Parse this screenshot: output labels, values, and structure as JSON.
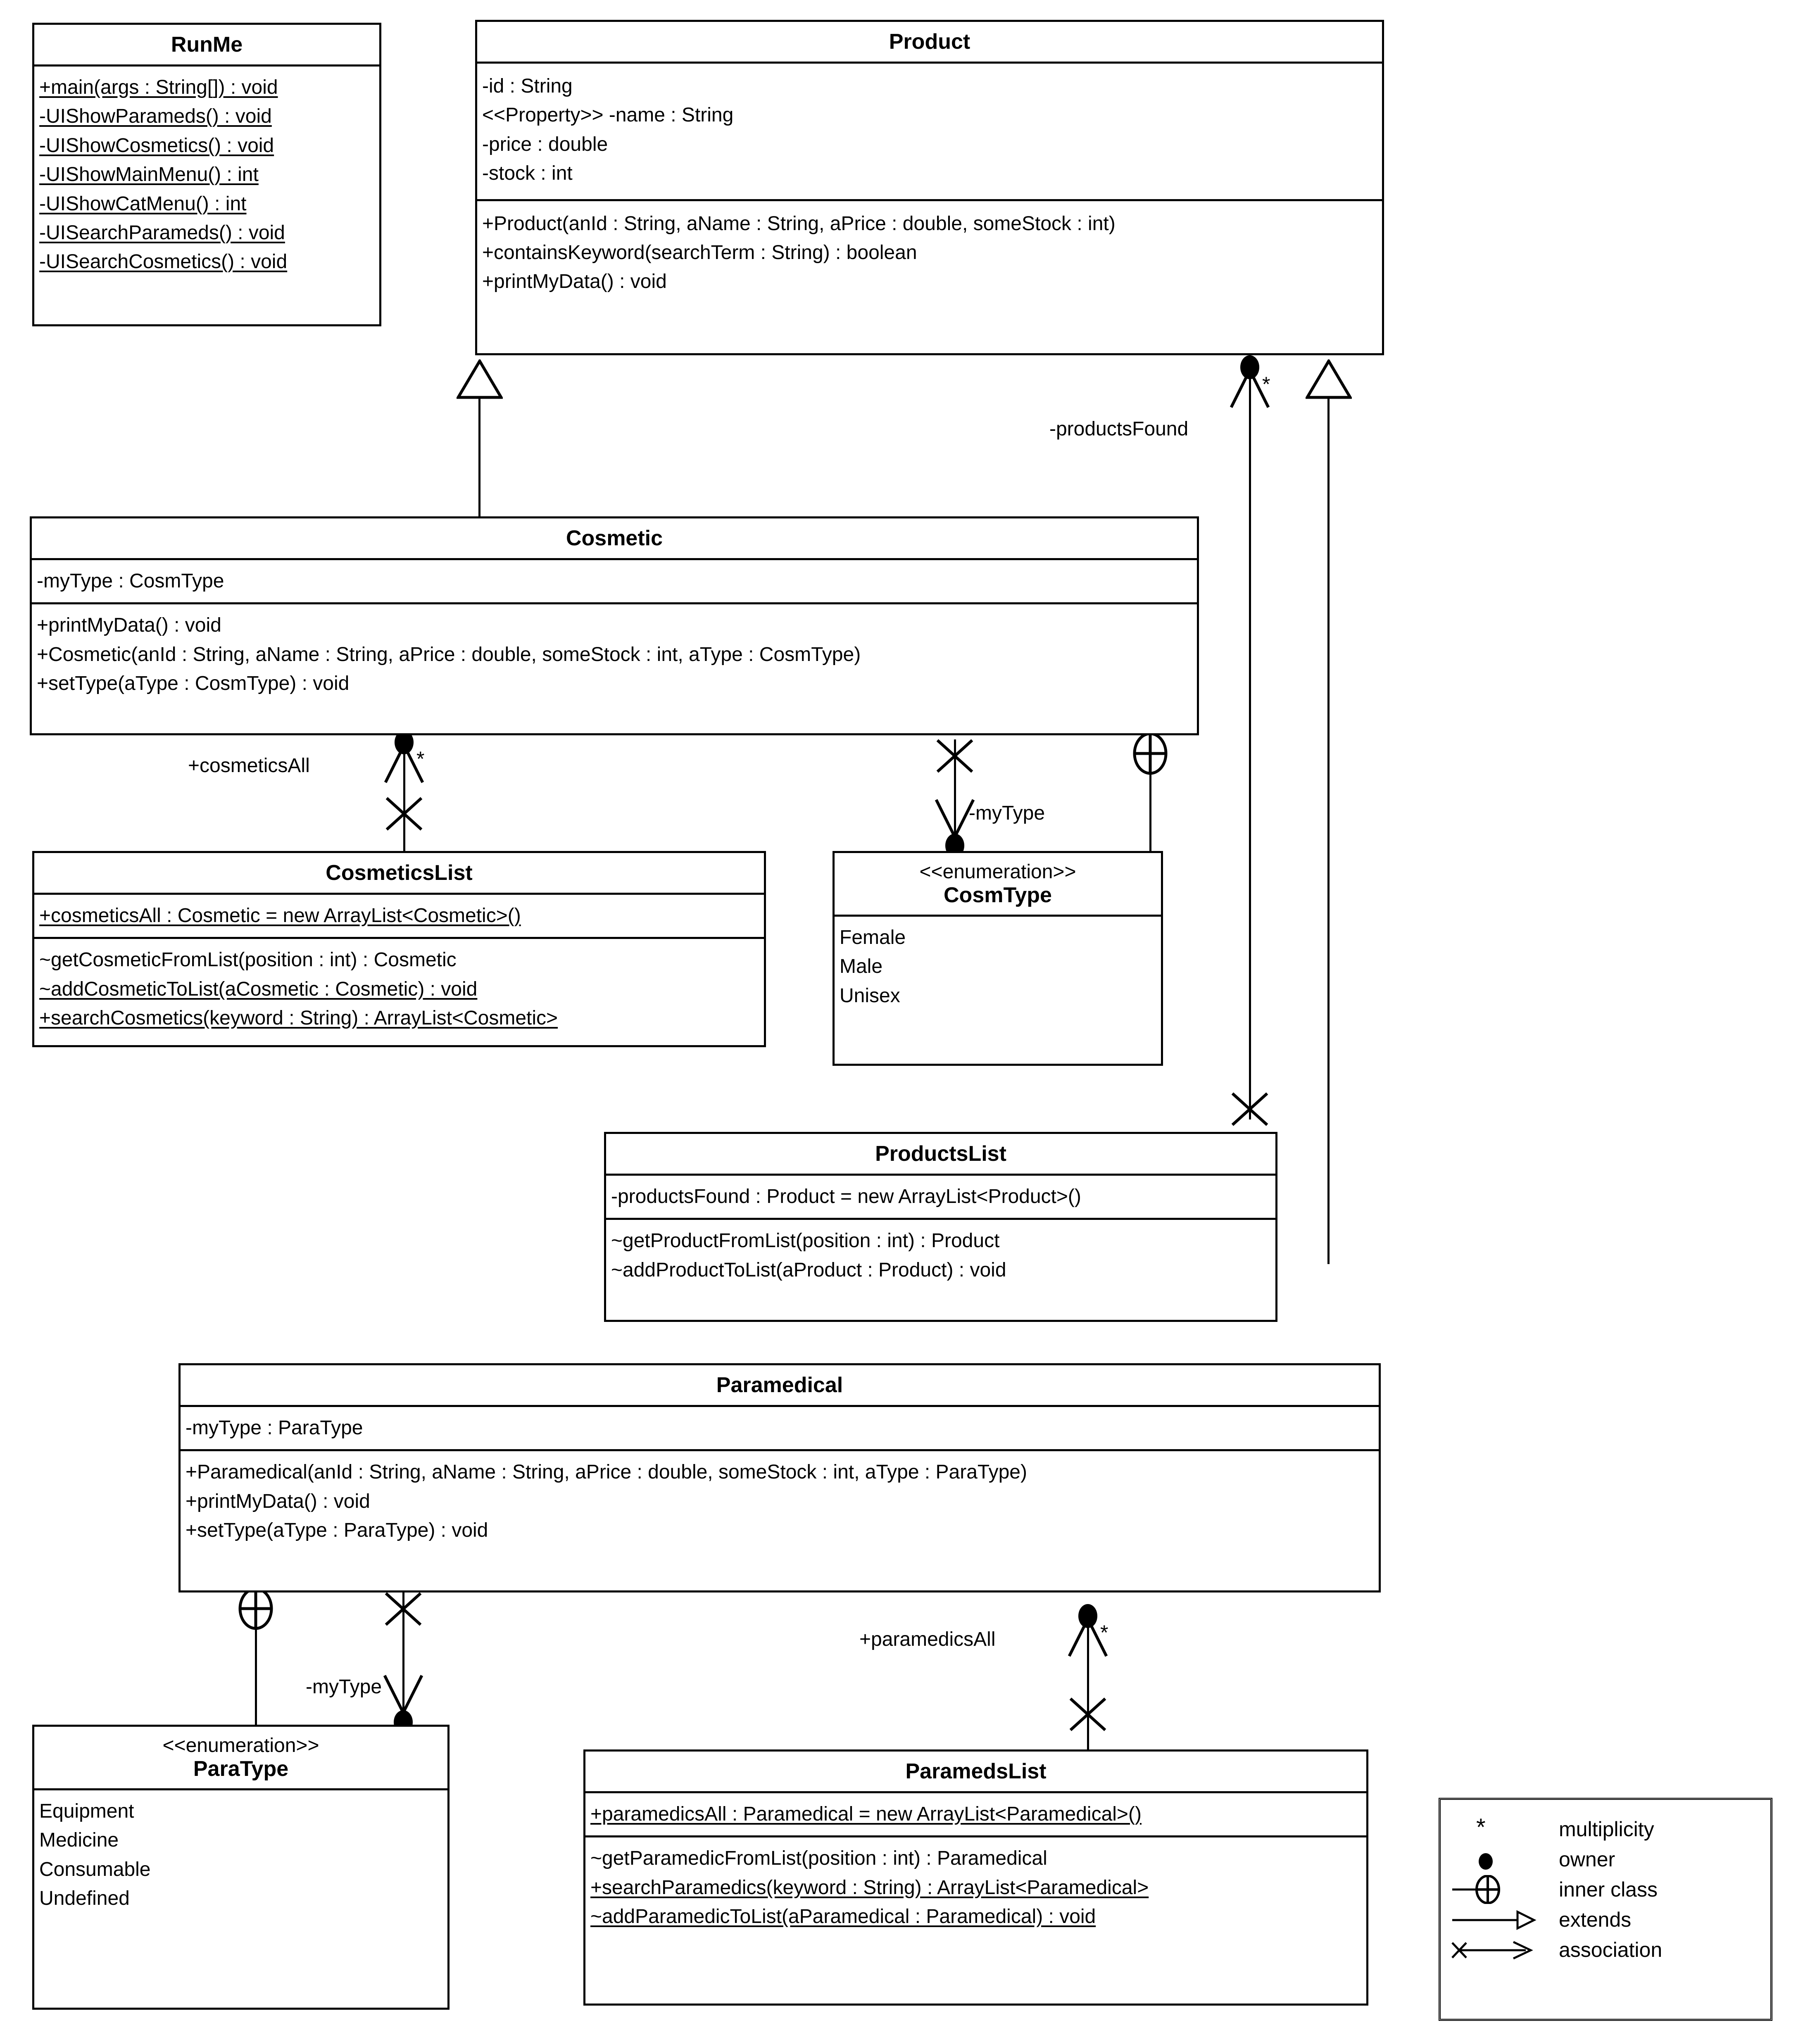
{
  "diagram": {
    "kind": "UML class diagram",
    "classes": [
      {
        "id": "runme",
        "name": "RunMe",
        "stereotype": "",
        "attributes": [],
        "operations": [
          "+main(args : String[]) : void",
          "-UIShowParameds() : void",
          "-UIShowCosmetics() : void",
          "-UIShowMainMenu() : int",
          "-UIShowCatMenu() : int",
          "-UISearchParameds() : void",
          "-UISearchCosmetics() : void"
        ]
      },
      {
        "id": "product",
        "name": "Product",
        "stereotype": "",
        "attributes": [
          "-id : String",
          "<<Property>> -name : String",
          "-price : double",
          "-stock : int"
        ],
        "operations": [
          "+Product(anId : String, aName : String, aPrice : double, someStock : int)",
          "+containsKeyword(searchTerm : String) : boolean",
          "+printMyData() : void"
        ]
      },
      {
        "id": "cosmetic",
        "name": "Cosmetic",
        "stereotype": "",
        "attributes": [
          "-myType : CosmType"
        ],
        "operations": [
          "+printMyData() : void",
          "+Cosmetic(anId : String, aName : String, aPrice : double, someStock : int, aType : CosmType)",
          "+setType(aType : CosmType) : void"
        ]
      },
      {
        "id": "cosmeticslist",
        "name": "CosmeticsList",
        "stereotype": "",
        "attributes": [
          "+cosmeticsAll : Cosmetic = new ArrayList<Cosmetic>()"
        ],
        "operations": [
          "~getCosmeticFromList(position : int) : Cosmetic",
          "~addCosmeticToList(aCosmetic : Cosmetic) : void",
          "+searchCosmetics(keyword : String) : ArrayList<Cosmetic>"
        ]
      },
      {
        "id": "cosmtype",
        "name": "CosmType",
        "stereotype": "<<enumeration>>",
        "attributes": [
          "Female",
          "Male",
          "Unisex"
        ],
        "operations": []
      },
      {
        "id": "productslist",
        "name": "ProductsList",
        "stereotype": "",
        "attributes": [
          "-productsFound : Product = new ArrayList<Product>()"
        ],
        "operations": [
          "~getProductFromList(position : int) : Product",
          "~addProductToList(aProduct : Product) : void"
        ]
      },
      {
        "id": "paramedical",
        "name": "Paramedical",
        "stereotype": "",
        "attributes": [
          "-myType : ParaType"
        ],
        "operations": [
          "+Paramedical(anId : String, aName : String, aPrice : double, someStock : int, aType : ParaType)",
          "+printMyData() : void",
          "+setType(aType : ParaType) : void"
        ]
      },
      {
        "id": "paratype",
        "name": "ParaType",
        "stereotype": "<<enumeration>>",
        "attributes": [
          "Equipment",
          "Medicine",
          "Consumable",
          "Undefined"
        ],
        "operations": []
      },
      {
        "id": "paramedslist",
        "name": "ParamedsList",
        "stereotype": "",
        "attributes": [
          "+paramedicsAll : Paramedical = new ArrayList<Paramedical>()"
        ],
        "operations": [
          "~getParamedicFromList(position : int) : Paramedical",
          "+searchParamedics(keyword : String) : ArrayList<Paramedical>",
          "~addParamedicToList(aParamedical : Paramedical) : void"
        ]
      }
    ],
    "connector_labels": {
      "products_found": "-productsFound",
      "cosmetics_all": "+cosmeticsAll",
      "cosm_my_type": "-myType",
      "para_my_type": "-myType",
      "paramedics_all": "+paramedicsAll",
      "multiplicity_star": "*"
    },
    "legend": {
      "rows": [
        {
          "symbol": "asterisk",
          "label": "multiplicity"
        },
        {
          "symbol": "filled-dot",
          "label": "owner"
        },
        {
          "symbol": "crossed-circle",
          "label": "inner class"
        },
        {
          "symbol": "hollow-arrow",
          "label": "extends"
        },
        {
          "symbol": "x-open-arrow",
          "label": "association"
        }
      ]
    },
    "colors": {
      "stroke": "#000000",
      "fill": "#ffffff"
    }
  }
}
